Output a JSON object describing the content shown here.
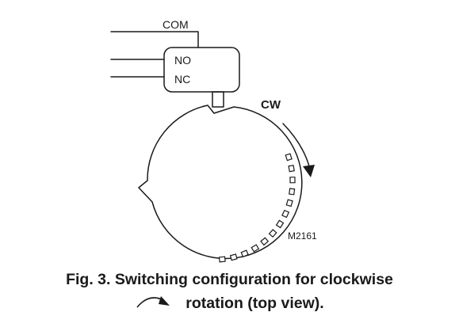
{
  "switch": {
    "terminal_com": "COM",
    "terminal_no": "NO",
    "terminal_nc": "NC"
  },
  "rotation_label": "CW",
  "drawing_id": "M2161",
  "caption": {
    "line1": "Fig. 3. Switching configuration for clockwise",
    "line2": "rotation (top view)."
  },
  "icons": [
    "clockwise-arrow-icon",
    "curved-arrow-icon"
  ],
  "colors": {
    "ink": "#1a1a1a",
    "background": "#ffffff"
  }
}
